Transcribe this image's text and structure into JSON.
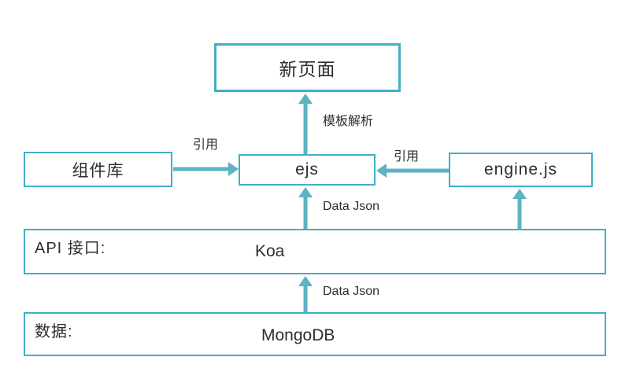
{
  "diagram": {
    "colors": {
      "box_border": "#3fb0c4",
      "arrow": "#5cb3c3",
      "text": "#2d2d2d",
      "background": "#ffffff"
    },
    "nodes": {
      "new_page": {
        "label": "新页面"
      },
      "component_lib": {
        "label": "组件库"
      },
      "ejs": {
        "label": "ejs"
      },
      "engine": {
        "label": "engine.js"
      },
      "api_layer": {
        "prefix": "API 接口:",
        "label": "Koa"
      },
      "data_layer": {
        "prefix": "数据:",
        "label": "MongoDB"
      }
    },
    "edges": {
      "template_parse": {
        "label": "模板解析"
      },
      "ref_left": {
        "label": "引用"
      },
      "ref_right": {
        "label": "引用"
      },
      "data_json_upper": {
        "label": "Data Json"
      },
      "data_json_lower": {
        "label": "Data Json"
      }
    }
  }
}
